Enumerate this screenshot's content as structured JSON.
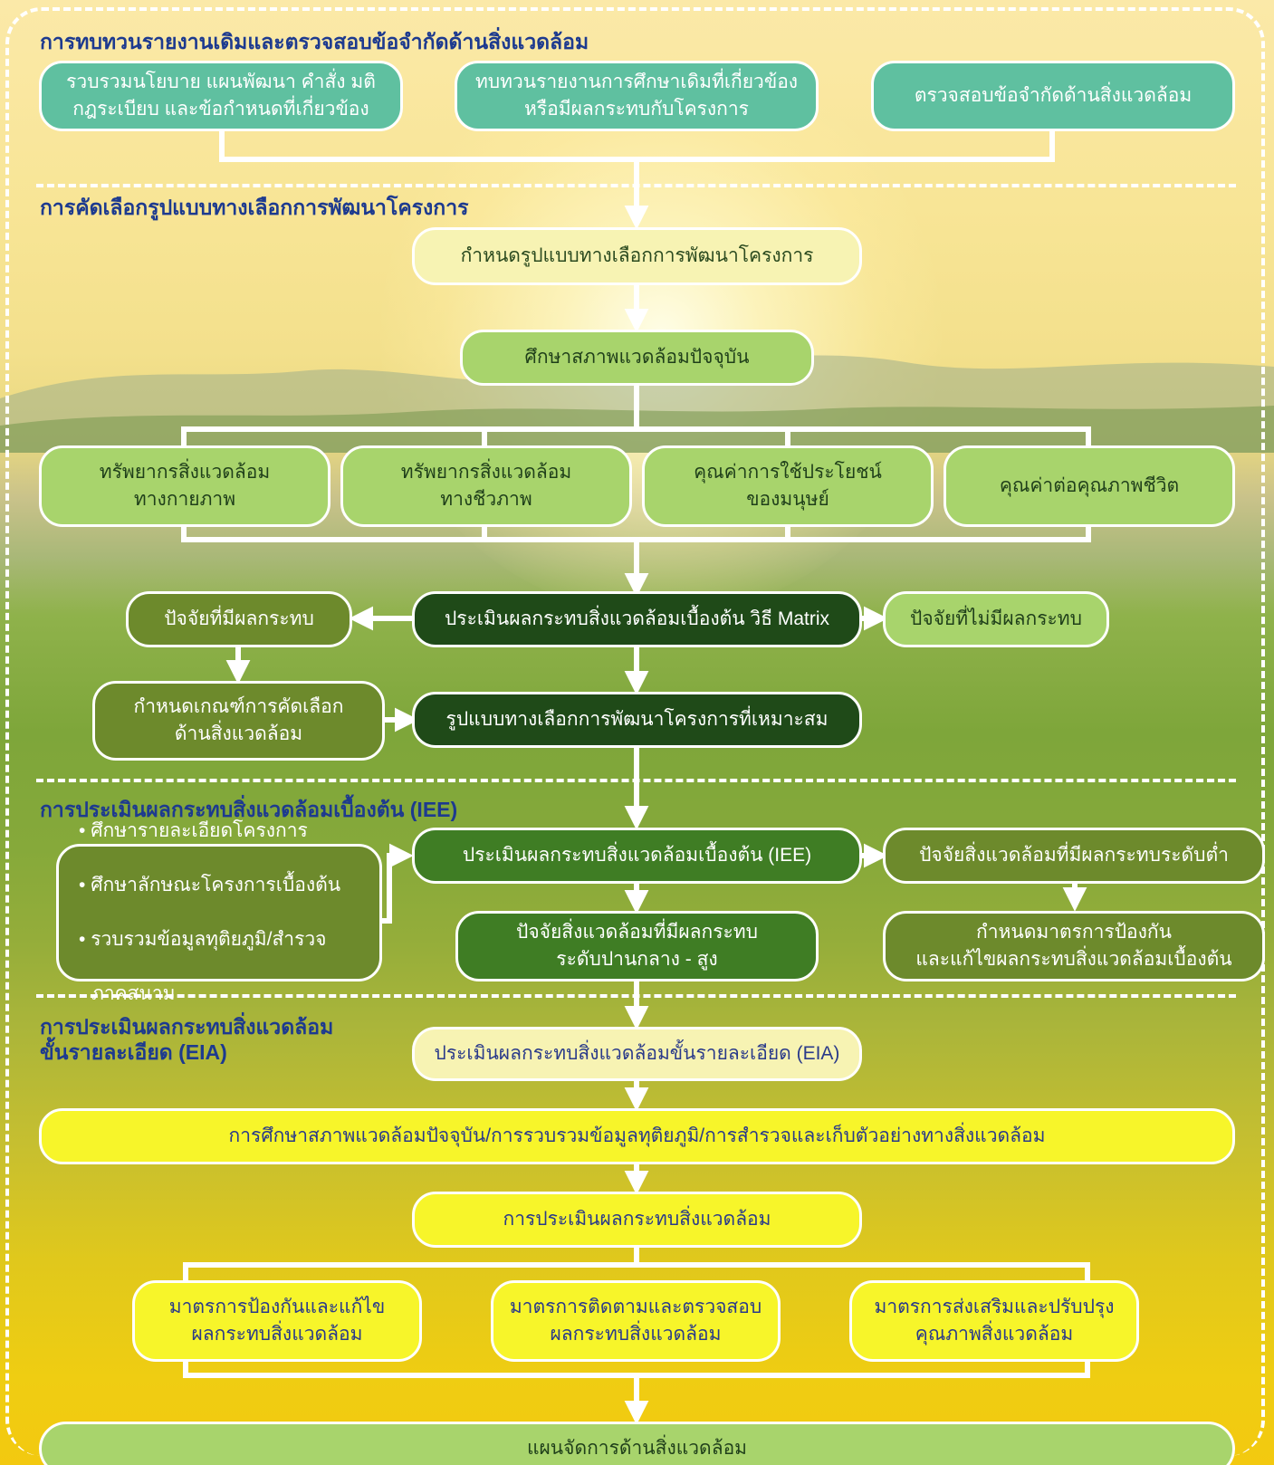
{
  "sections": {
    "s1": "การทบทวนรายงานเดิมและตรวจสอบข้อจำกัดด้านสิ่งแวดล้อม",
    "s2": "การคัดเลือกรูปแบบทางเลือกการพัฒนาโครงการ",
    "s3": "การประเมินผลกระทบสิ่งแวดล้อมเบื้องต้น (IEE)",
    "s4_line1": "การประเมินผลกระทบสิ่งแวดล้อม",
    "s4_line2": "ขั้นรายละเอียด (EIA)"
  },
  "boxes": {
    "review_policy": "รวบรวมนโยบาย แผนพัฒนา คำสั่ง มติ\nกฎระเบียบ และข้อกำหนดที่เกี่ยวข้อง",
    "review_reports": "ทบทวนรายงานการศึกษาเดิมที่เกี่ยวข้อง\nหรือมีผลกระทบกับโครงการ",
    "check_limits": "ตรวจสอบข้อจำกัดด้านสิ่งแวดล้อม",
    "define_alternatives": "กำหนดรูปแบบทางเลือกการพัฒนาโครงการ",
    "study_environment": "ศึกษาสภาพแวดล้อมปัจจุบัน",
    "physical_resources": "ทรัพยากรสิ่งแวดล้อม\nทางกายภาพ",
    "biological_resources": "ทรัพยากรสิ่งแวดล้อม\nทางชีวภาพ",
    "human_use_value": "คุณค่าการใช้ประโยชน์\nของมนุษย์",
    "quality_of_life": "คุณค่าต่อคุณภาพชีวิต",
    "impact_factors": "ปัจจัยที่มีผลกระทบ",
    "matrix_assessment": "ประเมินผลกระทบสิ่งแวดล้อมเบื้องต้น วิธี Matrix",
    "no_impact_factors": "ปัจจัยที่ไม่มีผลกระทบ",
    "selection_criteria": "กำหนดเกณฑ์การคัดเลือก\nด้านสิ่งแวดล้อม",
    "suitable_alternative": "รูปแบบทางเลือกการพัฒนาโครงการที่เหมาะสม",
    "iee_assessment": "ประเมินผลกระทบสิ่งแวดล้อมเบื้องต้น (IEE)",
    "low_impact": "ปัจจัยสิ่งแวดล้อมที่มีผลกระทบระดับต่ำ",
    "medium_high_impact": "ปัจจัยสิ่งแวดล้อมที่มีผลกระทบ\nระดับปานกลาง - สูง",
    "preliminary_measures": "กำหนดมาตรการป้องกัน\nและแก้ไขผลกระทบสิ่งแวดล้อมเบื้องต้น",
    "eia_assessment": "ประเมินผลกระทบสิ่งแวดล้อมขั้นรายละเอียด (EIA)",
    "eia_study": "การศึกษาสภาพแวดล้อมปัจจุบัน/การรวบรวมข้อมูลทุติยภูมิ/การสำรวจและเก็บตัวอย่างทางสิ่งแวดล้อม",
    "impact_assessment": "การประเมินผลกระทบสิ่งแวดล้อม",
    "prevention_measures": "มาตรการป้องกันและแก้ไข\nผลกระทบสิ่งแวดล้อม",
    "monitoring_measures": "มาตรการติดตามและตรวจสอบ\nผลกระทบสิ่งแวดล้อม",
    "promotion_measures": "มาตรการส่งเสริมและปรับปรุง\nคุณภาพสิ่งแวดล้อม",
    "management_plan": "แผนจัดการด้านสิ่งแวดล้อม"
  },
  "iee_study_items": [
    "ศึกษารายละเอียดโครงการ",
    "ศึกษาลักษณะโครงการเบื้องต้น",
    "รวบรวมข้อมูลทุติยภูมิ/สำรวจ",
    "ภาคสนาม"
  ],
  "colors": {
    "section_title": "#1d3a8f",
    "teal": "#5fc0a0",
    "pale_yellow": "#f7f3b3",
    "light_green": "#a8d46c",
    "olive": "#6d8a2c",
    "dark_green": "#1f4a18",
    "mid_green": "#3f7d24",
    "yellow": "#f7f52a",
    "connector": "#ffffff"
  }
}
